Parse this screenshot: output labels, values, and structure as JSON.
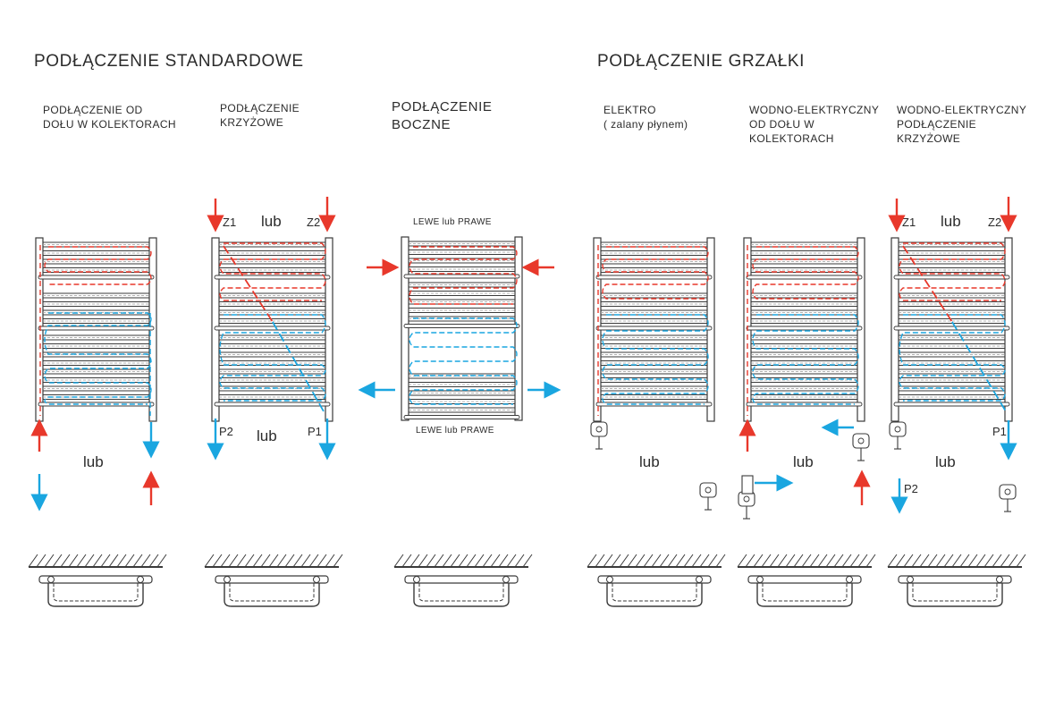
{
  "headings": {
    "standard": "PODŁĄCZENIE STANDARDOWE",
    "heater": "PODŁĄCZENIE GRZAŁKI"
  },
  "captions": {
    "bottom_collectors": "PODŁĄCZENIE OD\nDOŁU W KOLEKTORACH",
    "cross": "PODŁĄCZENIE\nKRZYŻOWE",
    "side": "PODŁĄCZENIE\nBOCZNE",
    "electro": "ELEKTRO\n( zalany płynem)",
    "water_electric_bottom": "WODNO-ELEKTRYCZNY\nOD DOŁU W\nKOLEKTORACH",
    "water_electric_cross": "WODNO-ELEKTRYCZNY\nPODŁĄCZENIE\nKRZYŻOWE"
  },
  "labels": {
    "lub": "lub",
    "z1": "Z1",
    "z2": "Z2",
    "p1": "P1",
    "p2": "P2",
    "side_top": "LEWE lub PRAWE",
    "side_bottom": "LEWE lub PRAWE"
  },
  "colors": {
    "supply": "#e8382b",
    "return": "#1aa6e0",
    "line": "#3a3a3a"
  }
}
